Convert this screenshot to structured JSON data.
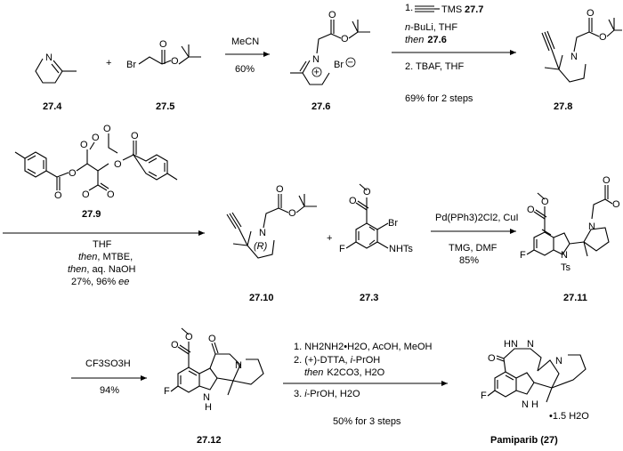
{
  "row1": {
    "compound_labels": [
      "27.4",
      "27.5",
      "27.6",
      "27.8"
    ],
    "plus": "+",
    "atoms": {
      "N": "N",
      "Br": "Br",
      "O": "O",
      "plus_charge": "+",
      "minus_charge": "−",
      "Br_ion": "Br"
    },
    "step1": {
      "reagent": "MeCN",
      "yield": "60%"
    },
    "step2": {
      "line1_prefix": "1.",
      "line1_tms": "TMS",
      "line1_cpd": "27.7",
      "line2_italic": "n",
      "line2_rest": "-BuLi, THF",
      "line3_italic": "then",
      "line3_cpd": "27.6",
      "line4": "2. TBAF, THF",
      "yield": "69% for 2 steps"
    }
  },
  "row2": {
    "compound_labels": [
      "27.9",
      "27.10",
      "27.3",
      "27.11"
    ],
    "plus": "+",
    "resolution": {
      "line1": "THF",
      "line2_italic": "then",
      "line2_rest": ", MTBE,",
      "line3_italic": "then",
      "line3_rest": ", aq. NaOH",
      "line4_prefix": "27%, 96%",
      "line4_italic": "ee"
    },
    "stereo_R": "(R)",
    "coupling": {
      "line1": "Pd(PPh3)2Cl2, CuI",
      "line2": "TMG, DMF",
      "yield": "85%"
    },
    "atoms": {
      "F": "F",
      "Br": "Br",
      "NHTs": "NHTs",
      "Ts": "Ts",
      "N": "N",
      "O": "O"
    }
  },
  "row3": {
    "compound_labels": [
      "27.12",
      "Pamiparib (27)"
    ],
    "step_cyclize": {
      "reagent": "CF3SO3H",
      "yield": "94%"
    },
    "final": {
      "line1": "1. NH2NH2•H2O, AcOH, MeOH",
      "line2_prefix": "2. (+)-DTTA,",
      "line2_italic": "i",
      "line2_rest": "-PrOH",
      "line3_italic": "then",
      "line3_rest": "K2CO3, H2O",
      "line4_prefix": "3.",
      "line4_italic": "i",
      "line4_rest": "-PrOH, H2O",
      "yield": "50% for 3 steps"
    },
    "hydrate": "•1.5 H2O",
    "atoms": {
      "F": "F",
      "N": "N",
      "H": "H",
      "NH": "NH",
      "HN": "HN",
      "O": "O"
    }
  }
}
